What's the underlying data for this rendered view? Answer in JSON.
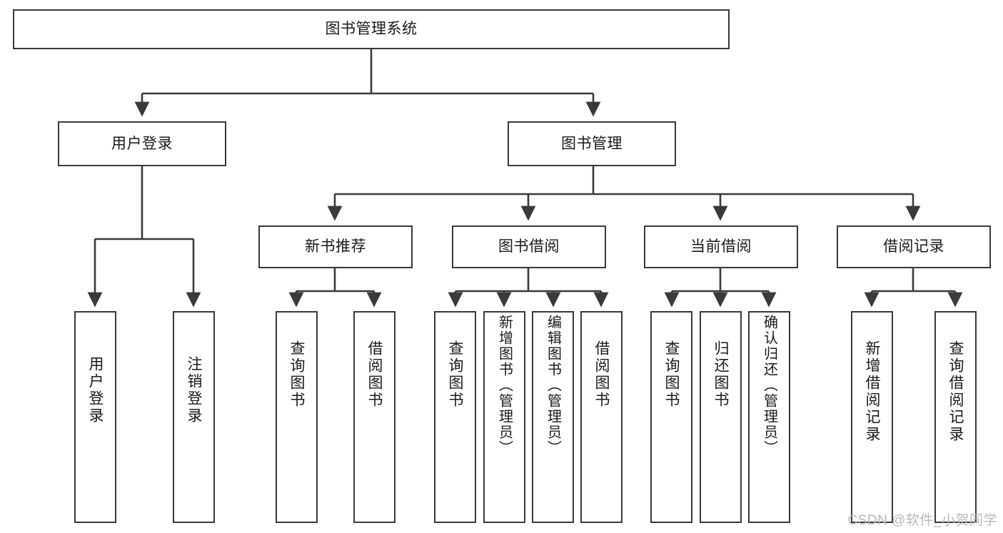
{
  "diagram": {
    "title": "图书管理系统",
    "type": "tree",
    "watermark": "CSDN @软件_小贺同学",
    "colors": {
      "box_border": "#3a3a3a",
      "box_fill": "#ffffff",
      "connector": "#3a3a3a",
      "text": "#1a1a1a",
      "watermark": "#b9b9b9"
    },
    "root": {
      "id": "root",
      "label": "图书管理系统"
    },
    "level2": [
      {
        "id": "user-login",
        "label": "用户登录"
      },
      {
        "id": "book-manage",
        "label": "图书管理"
      }
    ],
    "level3": [
      {
        "id": "new-book-rec",
        "label": "新书推荐",
        "parent": "book-manage"
      },
      {
        "id": "book-borrow",
        "label": "图书借阅",
        "parent": "book-manage"
      },
      {
        "id": "current-borrow",
        "label": "当前借阅",
        "parent": "book-manage"
      },
      {
        "id": "borrow-record",
        "label": "借阅记录",
        "parent": "book-manage"
      }
    ],
    "leaves": [
      {
        "id": "leaf-user-login",
        "label": "用户登录",
        "parent": "user-login"
      },
      {
        "id": "leaf-user-logout",
        "label": "注销登录",
        "parent": "user-login"
      },
      {
        "id": "leaf-query-book-1",
        "label": "查询图书",
        "parent": "new-book-rec"
      },
      {
        "id": "leaf-borrow-book-1",
        "label": "借阅图书",
        "parent": "new-book-rec"
      },
      {
        "id": "leaf-query-book-2",
        "label": "查询图书",
        "parent": "book-borrow"
      },
      {
        "id": "leaf-add-book",
        "label": "新增图书（管理员）",
        "parent": "book-borrow"
      },
      {
        "id": "leaf-edit-book",
        "label": "编辑图书（管理员）",
        "parent": "book-borrow"
      },
      {
        "id": "leaf-borrow-book-2",
        "label": "借阅图书",
        "parent": "book-borrow"
      },
      {
        "id": "leaf-query-book-3",
        "label": "查询图书",
        "parent": "current-borrow"
      },
      {
        "id": "leaf-return-book",
        "label": "归还图书",
        "parent": "current-borrow"
      },
      {
        "id": "leaf-confirm-return",
        "label": "确认归还（管理员）",
        "parent": "current-borrow"
      },
      {
        "id": "leaf-add-record",
        "label": "新增借阅记录",
        "parent": "borrow-record"
      },
      {
        "id": "leaf-query-record",
        "label": "查询借阅记录",
        "parent": "borrow-record"
      }
    ]
  }
}
